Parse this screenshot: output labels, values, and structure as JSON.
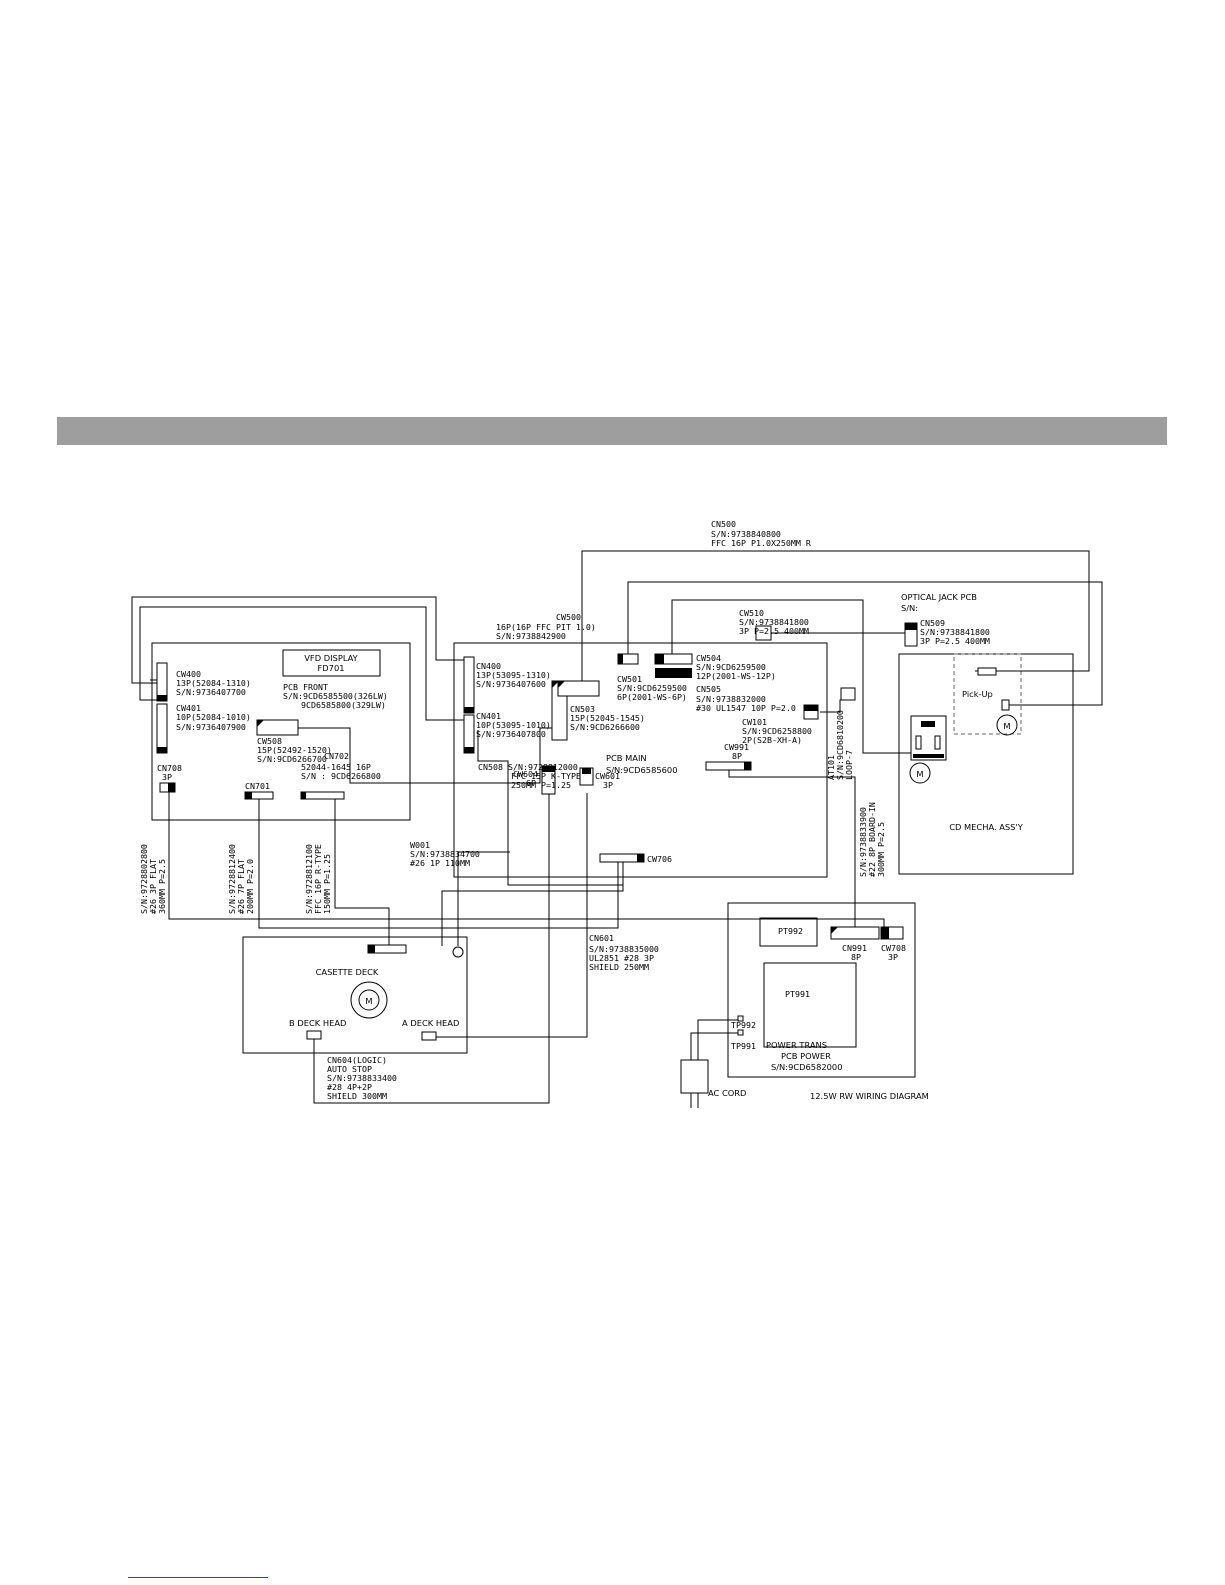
{
  "section_bar_color": "#9e9e9e",
  "footer_line_color": "#2b3fd0",
  "labels": {
    "cn500": [
      "CN500",
      "S/N:9738840800",
      "FFC 16P P1.0X250MM R"
    ],
    "optical_jack": [
      "OPTICAL JACK PCB",
      "S/N:"
    ],
    "cn509": [
      "CN509",
      "S/N:9738841800",
      "3P P=2.5 400MM"
    ],
    "cw500": [
      "CW500",
      "16P(16P FFC PIT 1.0)",
      "S/N:9738842900"
    ],
    "cw510": [
      "CW510",
      "S/N:9738841800",
      "3P P=2.5 400MM"
    ],
    "cw504": [
      "CW504",
      "S/N:9CD6259500",
      "12P(2001-WS-12P)"
    ],
    "cw501": [
      "CW501",
      "S/N:9CD6259500",
      "6P(2001-WS-6P)"
    ],
    "cn505": [
      "CN505",
      "S/N:9738832000",
      "#30 UL1547 10P P=2.0"
    ],
    "cw101": [
      "CW101",
      "S/N:9CD6258800",
      "2P(S2B-XH-A)"
    ],
    "cw400": [
      "CW400",
      "13P(52084-1310)",
      "S/N:9736407700"
    ],
    "cw401": [
      "CW401",
      "10P(52084-1010)",
      "S/N:9736407900"
    ],
    "vfd": [
      "VFD DISPLAY",
      "FD701"
    ],
    "pcb_front": [
      "PCB FRONT",
      "S/N:9CD6585500(326LW)",
      "9CD6585800(329LW)"
    ],
    "cw508": [
      "CW508",
      "15P(52492-1520)",
      "S/N:9CD6266700"
    ],
    "cn708": [
      "CN708",
      "3P"
    ],
    "cn702": [
      "CN702",
      "52044-1645 16P",
      "S/N : 9CD6266800"
    ],
    "cn701": "CN701",
    "cn400": [
      "CN400",
      "13P(53095-1310)",
      "S/N:9736407600"
    ],
    "cn401": [
      "CN401",
      "10P(53095-1010)",
      "S/N:9736407800"
    ],
    "cn503": [
      "CN503",
      "15P(52045-1545)",
      "S/N:9CD6266600"
    ],
    "cn508": [
      "CN508 S/N:9728812000",
      "FFC 15P K-TYPE",
      "250MM P=1.25"
    ],
    "pcb_main": [
      "PCB MAIN",
      "S/N:9CD6585600"
    ],
    "cw991": [
      "CW991",
      "8P"
    ],
    "at101": [
      "AT101",
      "S/N:9CD6810200",
      "LOOP-7"
    ],
    "cw604": [
      "CW604",
      "6P"
    ],
    "cw601": [
      "CW601",
      "3P"
    ],
    "cw706": "CW706",
    "w001": [
      "W001",
      "S/N:9738834700",
      "#26 1P 110MM"
    ],
    "vert1": [
      "S/N:9728802800",
      "#26 3P FLAT",
      "360MM P=2.5"
    ],
    "vert2": [
      "S/N:9728812400",
      "#26 7P FLAT",
      "200MM P=2.0"
    ],
    "vert3": [
      "S/N:9728812100",
      "FFC 16P R-TYPE",
      "150MM P=1.25"
    ],
    "vert4": [
      "S/N:9738833900",
      "#22 8P BOARD-IN",
      "300MM P=2.5"
    ],
    "cd_mecha": "CD MECHA. ASS'Y",
    "pickup": "Pick-Up",
    "motor": "M",
    "cassette": "CASETTE DECK",
    "b_head": "B DECK HEAD",
    "a_head": "A DECK HEAD",
    "cn601": [
      "CN601",
      "S/N:9738835000",
      "UL2851 #28 3P",
      "SHIELD 250MM"
    ],
    "cn604": [
      "CN604(LOGIC)",
      "AUTO STOP",
      "S/N:9738833400",
      "#28 4P+2P",
      "SHIELD 300MM"
    ],
    "pt992": "PT992",
    "pt991": "PT991",
    "cn991": [
      "CN991",
      "8P"
    ],
    "cw708": [
      "CW708",
      "3P"
    ],
    "tp992": "TP992",
    "tp991": "TP991",
    "power": [
      "POWER TRANS",
      "PCB POWER",
      "S/N:9CD6582000"
    ],
    "ac_cord": "AC CORD",
    "title": "12.5W RW WIRING DIAGRAM"
  }
}
